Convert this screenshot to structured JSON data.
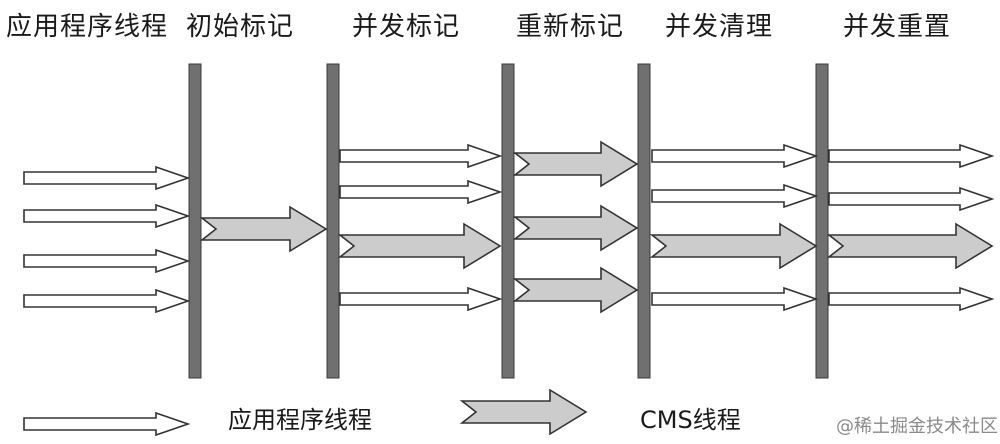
{
  "phases": [
    {
      "label": "应用程序线程"
    },
    {
      "label": "初始标记"
    },
    {
      "label": "并发标记"
    },
    {
      "label": "重新标记"
    },
    {
      "label": "并发清理"
    },
    {
      "label": "并发重置"
    }
  ],
  "legend": {
    "app_thread_label": "应用程序线程",
    "cms_thread_label": "CMS线程"
  },
  "watermark": "@稀土掘金技术社区",
  "colors": {
    "barrier": "#707070",
    "app_arrow_fill": "#ffffff",
    "cms_arrow_fill": "#cccccc",
    "stroke": "#333333"
  }
}
